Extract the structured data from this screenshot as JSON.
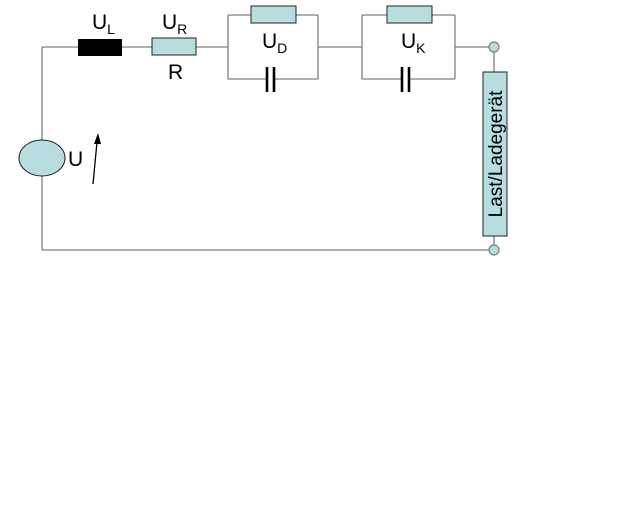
{
  "labels": {
    "inductor": {
      "main": "U",
      "sub": "L"
    },
    "resistor": {
      "main": "U",
      "sub": "R",
      "name": "R"
    },
    "rc1": {
      "main": "U",
      "sub": "D"
    },
    "rc2": {
      "main": "U",
      "sub": "K"
    },
    "source": "U",
    "load": "Last/Ladegerät"
  },
  "colors": {
    "component_fill": "#b7dde0",
    "wire": "#7f7f7f",
    "inductor": "#000000"
  }
}
